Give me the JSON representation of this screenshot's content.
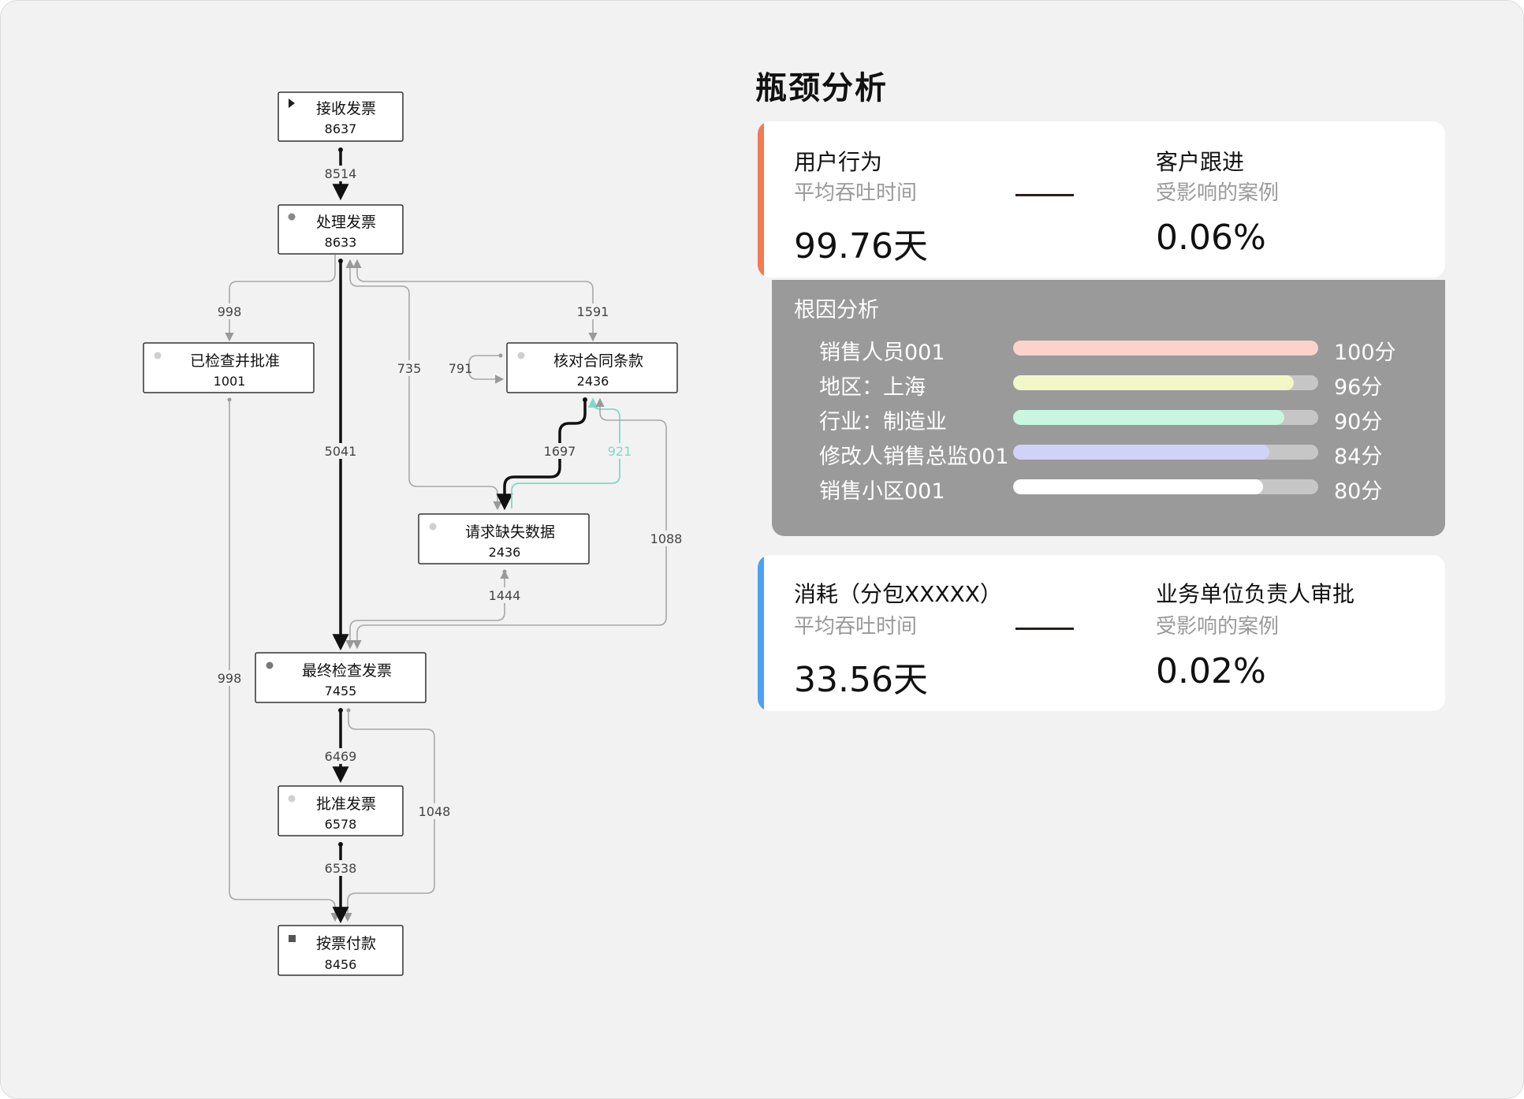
{
  "process_map": {
    "nodes": [
      {
        "id": "receive",
        "name": "接收发票",
        "count": "8637",
        "icon": "play-icon",
        "icon_color": "#222222"
      },
      {
        "id": "process",
        "name": "处理发票",
        "count": "8633",
        "icon": "dot-icon",
        "icon_color": "#888888"
      },
      {
        "id": "checked",
        "name": "已检查并批准",
        "count": "1001",
        "icon": "dot-icon",
        "icon_color": "#d0d0d0"
      },
      {
        "id": "verify",
        "name": "核对合同条款",
        "count": "2436",
        "icon": "dot-icon",
        "icon_color": "#d0d0d0"
      },
      {
        "id": "request",
        "name": "请求缺失数据",
        "count": "2436",
        "icon": "dot-icon",
        "icon_color": "#d0d0d0"
      },
      {
        "id": "final",
        "name": "最终检查发票",
        "count": "7455",
        "icon": "dot-icon",
        "icon_color": "#777777"
      },
      {
        "id": "approve",
        "name": "批准发票",
        "count": "6578",
        "icon": "dot-icon",
        "icon_color": "#d0d0d0"
      },
      {
        "id": "pay",
        "name": "按票付款",
        "count": "8456",
        "icon": "square-icon",
        "icon_color": "#555555"
      }
    ],
    "edges": [
      {
        "id": "receive-process",
        "label": "8514",
        "weight": "bold"
      },
      {
        "id": "process-checked",
        "label": "998",
        "weight": "light"
      },
      {
        "id": "process-verify",
        "label": "1591",
        "weight": "light"
      },
      {
        "id": "process-request",
        "label": "735",
        "weight": "light"
      },
      {
        "id": "verify-loop",
        "label": "791",
        "weight": "light"
      },
      {
        "id": "process-final",
        "label": "5041",
        "weight": "bold"
      },
      {
        "id": "verify-request",
        "label": "1697",
        "weight": "bold"
      },
      {
        "id": "request-verify",
        "label": "921",
        "weight": "teal",
        "color": "#7fd9c7"
      },
      {
        "id": "verify-final",
        "label": "1088",
        "weight": "light"
      },
      {
        "id": "request-final",
        "label": "1444",
        "weight": "light"
      },
      {
        "id": "checked-pay",
        "label": "998",
        "weight": "light"
      },
      {
        "id": "final-approve",
        "label": "6469",
        "weight": "bold"
      },
      {
        "id": "final-pay",
        "label": "1048",
        "weight": "light"
      },
      {
        "id": "approve-pay",
        "label": "6538",
        "weight": "bold"
      }
    ]
  },
  "bottleneck": {
    "title": "瓶颈分析",
    "cards": [
      {
        "accent": "#f37a52",
        "left_label": "用户行为",
        "left_sub": "平均吞吐时间",
        "left_value": "99.76天",
        "right_label": "客户跟进",
        "right_sub": "受影响的案例",
        "right_value": "0.06%"
      },
      {
        "accent": "#4aa3f2",
        "left_label": "消耗（分包XXXXX）",
        "left_sub": "平均吞吐时间",
        "left_value": "33.56天",
        "right_label": "业务单位负责人审批",
        "right_sub": "受影响的案例",
        "right_value": "0.02%"
      }
    ],
    "root_cause": {
      "title": "根因分析",
      "items": [
        {
          "name": "销售人员001",
          "score": "100分",
          "fraction": 1.0,
          "color": "#fbd3cb"
        },
        {
          "name": "地区：上海",
          "score": "96分",
          "fraction": 0.92,
          "color": "#f2f7c8"
        },
        {
          "name": "行业：制造业",
          "score": "90分",
          "fraction": 0.89,
          "color": "#c8f6de"
        },
        {
          "name": "修改人销售总监001",
          "score": "84分",
          "fraction": 0.84,
          "color": "#d1d2f7"
        },
        {
          "name": "销售小区001",
          "score": "80分",
          "fraction": 0.82,
          "color": "#ffffff"
        }
      ]
    }
  }
}
